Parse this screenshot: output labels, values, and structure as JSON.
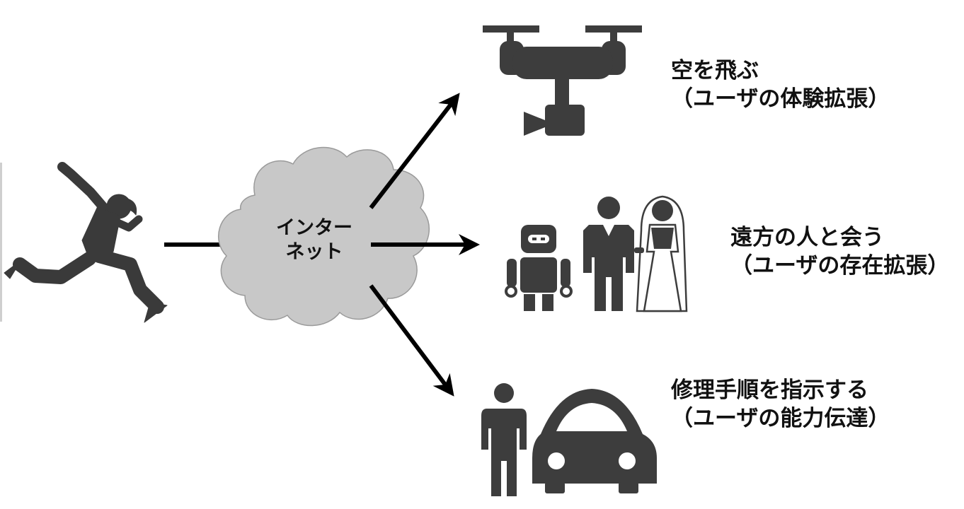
{
  "diagram": {
    "center_node": {
      "line1": "インター",
      "line2": "ネット"
    },
    "outputs": [
      {
        "icon": "drone-icon",
        "line1": "空を飛ぶ",
        "line2": "（ユーザの体験拡張）"
      },
      {
        "icon": "robot-and-couple-icon",
        "line1": "遠方の人と会う",
        "line2": "（ユーザの存在拡張）"
      },
      {
        "icon": "person-and-car-icon",
        "line1": "修理手順を指示する",
        "line2": "（ユーザの能力伝達）"
      }
    ],
    "colors": {
      "icon_fill": "#3d3d3d",
      "cloud_fill": "#c8c8c8",
      "arrow": "#000000"
    }
  }
}
